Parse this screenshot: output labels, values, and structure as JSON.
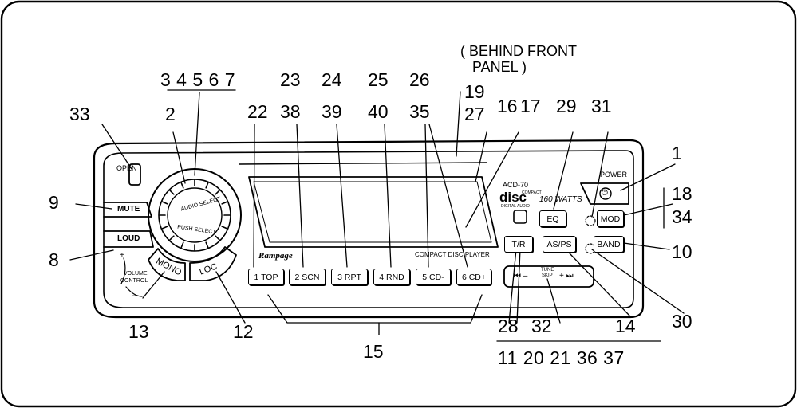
{
  "callouts": {
    "n1": "1",
    "n2": "2",
    "n3to7": "3 4 5 6 7",
    "n8": "8",
    "n9": "9",
    "n10": "10",
    "n12": "12",
    "n13": "13",
    "n14": "14",
    "n15": "15",
    "n16": "16",
    "n17": "17",
    "n18": "18",
    "n19": "19",
    "n22": "22",
    "n23": "23",
    "n24": "24",
    "n25": "25",
    "n26": "26",
    "n27": "27",
    "n28": "28",
    "n29": "29",
    "n30": "30",
    "n31": "31",
    "n32": "32",
    "n33": "33",
    "n34": "34",
    "n35": "35",
    "n38": "38",
    "n39": "39",
    "n40": "40",
    "bottom_row": "11 20 21 36 37"
  },
  "behind_panel_note": {
    "line1": "( BEHIND FRONT",
    "line2": "PANEL )"
  },
  "panel": {
    "open_label": "OPEN",
    "mute_label": "MUTE",
    "loud_label": "LOUD",
    "volume_label": "VOLUME",
    "control_label": "CONTROL",
    "plus_sign": "+",
    "minus_sign": "–",
    "mono_label": "MONO",
    "loc_label": "LOC",
    "knob_top_text": "AUDIO SELECT",
    "knob_bottom_text": "PUSH SELECT",
    "brand": "Rampage",
    "model": "ACD-70",
    "disc_logo": "disc",
    "compact_label": "COMPACT",
    "digital_audio": "DIGITAL AUDIO",
    "watts": "160 WATTS",
    "power_label": "POWER",
    "compact_disc_player": "COMPACT DISC PLAYER",
    "eq_label": "EQ",
    "mod_label": "MOD",
    "band_label": "BAND",
    "tr_label": "T/R",
    "asps_label": "AS/PS",
    "tune_label": "TUNE",
    "skip_label": "SKIP",
    "seek_prev": "⏮ –",
    "seek_next": "+ ⏭",
    "presets": [
      "1 TOP",
      "2 SCN",
      "3 RPT",
      "4 RND",
      "5 CD-",
      "6 CD+"
    ]
  }
}
